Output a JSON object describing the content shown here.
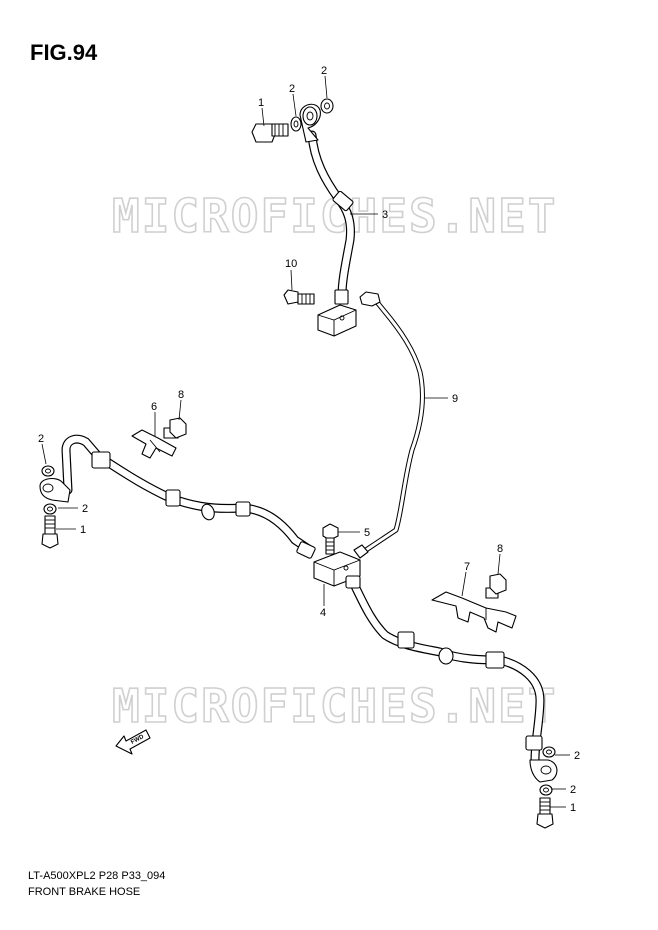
{
  "figure": {
    "title": "FIG.94"
  },
  "footer": {
    "code": "LT-A500XPL2 P28 P33_094",
    "name": "FRONT BRAKE HOSE"
  },
  "watermark": {
    "text": "MICROFICHES.NET"
  },
  "direction_arrow": {
    "label": "FWD"
  },
  "callouts": [
    {
      "id": "c-1-top",
      "label": "1"
    },
    {
      "id": "c-2-top-a",
      "label": "2"
    },
    {
      "id": "c-2-top-b",
      "label": "2"
    },
    {
      "id": "c-3",
      "label": "3"
    },
    {
      "id": "c-10",
      "label": "10"
    },
    {
      "id": "c-9",
      "label": "9"
    },
    {
      "id": "c-6",
      "label": "6"
    },
    {
      "id": "c-8-left",
      "label": "8"
    },
    {
      "id": "c-2-left-a",
      "label": "2"
    },
    {
      "id": "c-2-left-b",
      "label": "2"
    },
    {
      "id": "c-1-left",
      "label": "1"
    },
    {
      "id": "c-5",
      "label": "5"
    },
    {
      "id": "c-4",
      "label": "4"
    },
    {
      "id": "c-7",
      "label": "7"
    },
    {
      "id": "c-8-right",
      "label": "8"
    },
    {
      "id": "c-2-right-a",
      "label": "2"
    },
    {
      "id": "c-2-right-b",
      "label": "2"
    },
    {
      "id": "c-1-right",
      "label": "1"
    }
  ],
  "colors": {
    "line": "#000000",
    "background": "#ffffff",
    "watermark_outline": "#d0d0d0"
  }
}
